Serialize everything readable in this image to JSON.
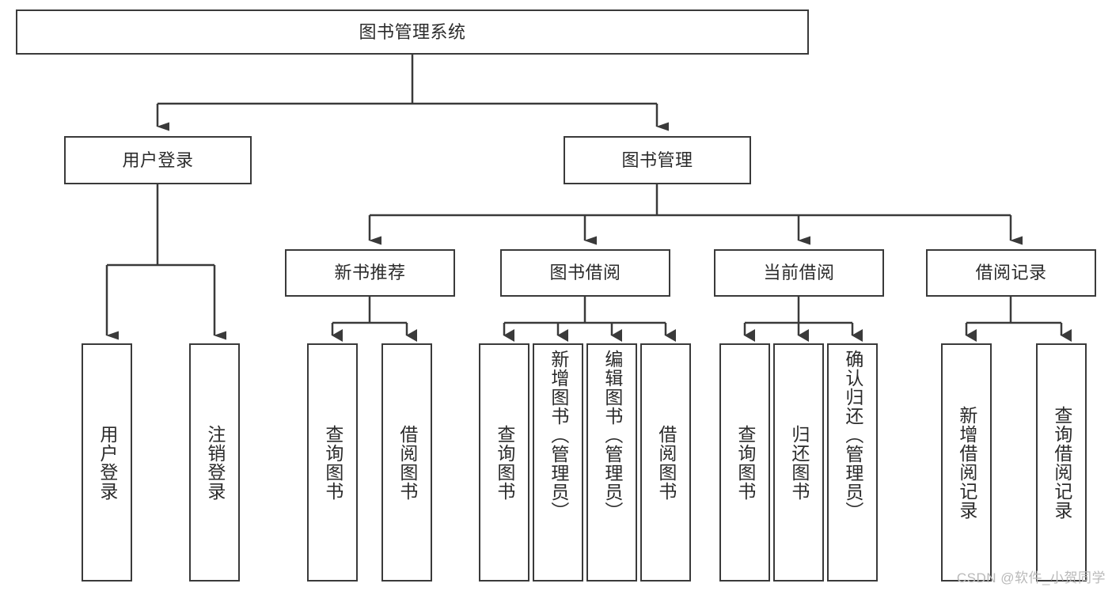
{
  "diagram": {
    "title": "图书管理系统",
    "type": "tree",
    "orientation": "top-down",
    "colors": {
      "box_border": "#3a3a3a",
      "box_fill": "#ffffff",
      "edge": "#3a3a3a",
      "text": "#2b2b2b",
      "watermark": "#b9b9b9",
      "background": "#ffffff"
    },
    "watermark": "CSDN @软件_小贺同学",
    "root": {
      "id": "root",
      "label": "图书管理系统"
    },
    "level1": [
      {
        "id": "l1-0",
        "label": "用户登录"
      },
      {
        "id": "l1-1",
        "label": "图书管理"
      }
    ],
    "level2": [
      {
        "id": "l2-0",
        "label": "新书推荐",
        "parent": "l1-1"
      },
      {
        "id": "l2-1",
        "label": "图书借阅",
        "parent": "l1-1"
      },
      {
        "id": "l2-2",
        "label": "当前借阅",
        "parent": "l1-1"
      },
      {
        "id": "l2-3",
        "label": "借阅记录",
        "parent": "l1-1"
      }
    ],
    "leaves": [
      {
        "id": "leaf-0",
        "label": "用户登录",
        "parent": "l1-0",
        "vertical": true
      },
      {
        "id": "leaf-1",
        "label": "注销登录",
        "parent": "l1-0",
        "vertical": true
      },
      {
        "id": "leaf-2",
        "label": "查询图书",
        "parent": "l2-0",
        "vertical": true
      },
      {
        "id": "leaf-3",
        "label": "借阅图书",
        "parent": "l2-0",
        "vertical": true
      },
      {
        "id": "leaf-4",
        "label": "查询图书",
        "parent": "l2-1",
        "vertical": true
      },
      {
        "id": "leaf-5",
        "label": "新增图书（管理员）",
        "parent": "l2-1",
        "vertical": true
      },
      {
        "id": "leaf-6",
        "label": "编辑图书（管理员）",
        "parent": "l2-1",
        "vertical": true
      },
      {
        "id": "leaf-7",
        "label": "借阅图书",
        "parent": "l2-1",
        "vertical": true
      },
      {
        "id": "leaf-8",
        "label": "查询图书",
        "parent": "l2-2",
        "vertical": true
      },
      {
        "id": "leaf-9",
        "label": "归还图书",
        "parent": "l2-2",
        "vertical": true
      },
      {
        "id": "leaf-10",
        "label": "确认归还（管理员）",
        "parent": "l2-2",
        "vertical": true
      },
      {
        "id": "leaf-11",
        "label": "新增借阅记录",
        "parent": "l2-3",
        "vertical": true
      },
      {
        "id": "leaf-12",
        "label": "查询借阅记录",
        "parent": "l2-3",
        "vertical": true
      }
    ]
  }
}
